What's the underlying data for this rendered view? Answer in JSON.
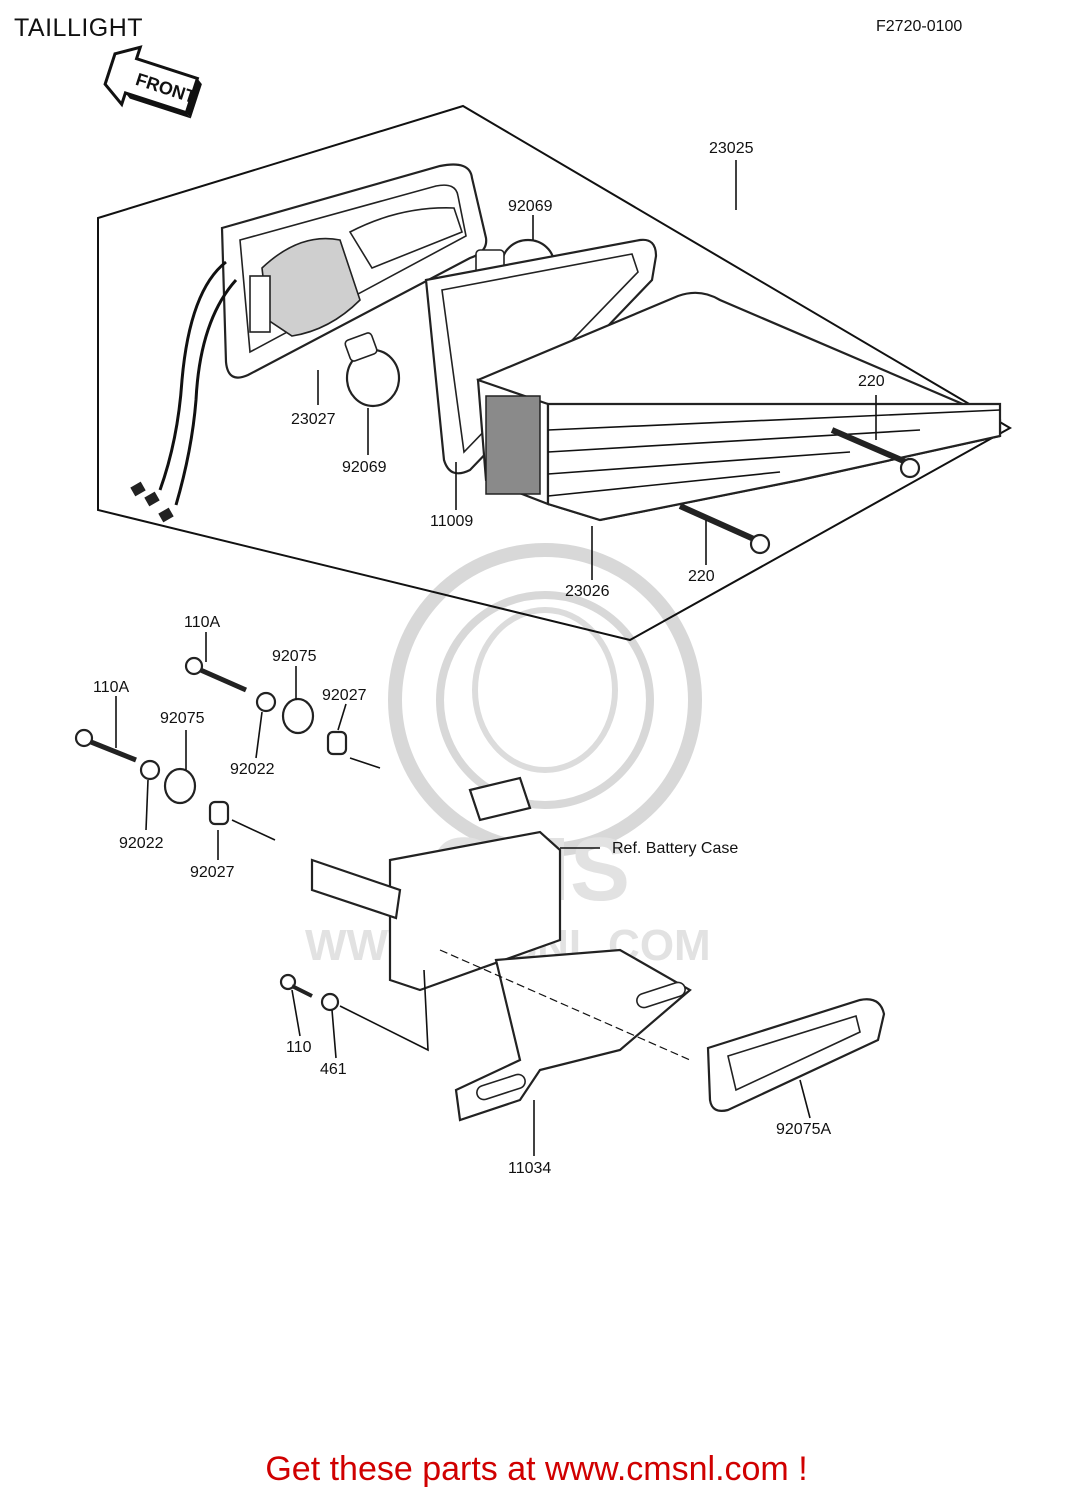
{
  "header": {
    "title": "TAILLIGHT",
    "diagram_code": "F2720-0100"
  },
  "front_arrow": {
    "label": "FRONT"
  },
  "watermark": {
    "logo": "CMS",
    "text": "WWW.CMSNL.COM"
  },
  "parts": [
    {
      "key": "p23025",
      "number": "23025"
    },
    {
      "key": "p92069a",
      "number": "92069"
    },
    {
      "key": "p92069b",
      "number": "92069"
    },
    {
      "key": "p23027",
      "number": "23027"
    },
    {
      "key": "p11009",
      "number": "11009"
    },
    {
      "key": "p23026",
      "number": "23026"
    },
    {
      "key": "p220a",
      "number": "220"
    },
    {
      "key": "p220b",
      "number": "220"
    },
    {
      "key": "p110Aa",
      "number": "110A"
    },
    {
      "key": "p110Ab",
      "number": "110A"
    },
    {
      "key": "p92075a",
      "number": "92075"
    },
    {
      "key": "p92075b",
      "number": "92075"
    },
    {
      "key": "p92027a",
      "number": "92027"
    },
    {
      "key": "p92027b",
      "number": "92027"
    },
    {
      "key": "p92022a",
      "number": "92022"
    },
    {
      "key": "p92022b",
      "number": "92022"
    },
    {
      "key": "p110",
      "number": "110"
    },
    {
      "key": "p461",
      "number": "461"
    },
    {
      "key": "p11034",
      "number": "11034"
    },
    {
      "key": "p92075A",
      "number": "92075A"
    },
    {
      "key": "ref",
      "number": "Ref.  Battery Case"
    }
  ],
  "footer": {
    "text": "Get these parts at www.cmsnl.com !"
  }
}
